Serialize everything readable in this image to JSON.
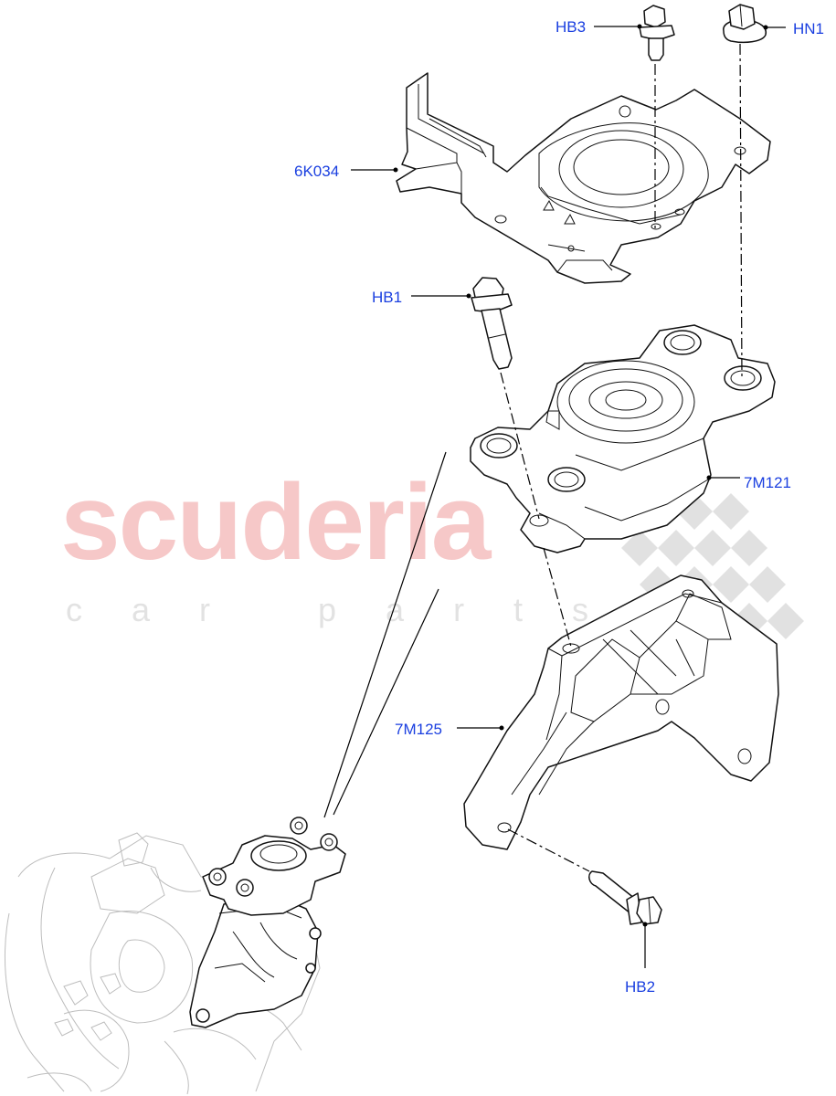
{
  "watermark": {
    "brand": "scuderia",
    "tagline": "c a r   p a r t s",
    "colors": {
      "brand": "#f6c8c8",
      "tagline": "#e2e2e2",
      "checker": "#d8d8d8"
    }
  },
  "callouts": [
    {
      "id": "hb3",
      "text": "HB3"
    },
    {
      "id": "hn1",
      "text": "HN1"
    },
    {
      "id": "6k034",
      "text": "6K034"
    },
    {
      "id": "hb1",
      "text": "HB1"
    },
    {
      "id": "7m121",
      "text": "7M121"
    },
    {
      "id": "7m125",
      "text": "7M125"
    },
    {
      "id": "hb2",
      "text": "HB2"
    }
  ],
  "colors": {
    "callout_text": "#1a3fe0",
    "line_art": "#111111"
  }
}
